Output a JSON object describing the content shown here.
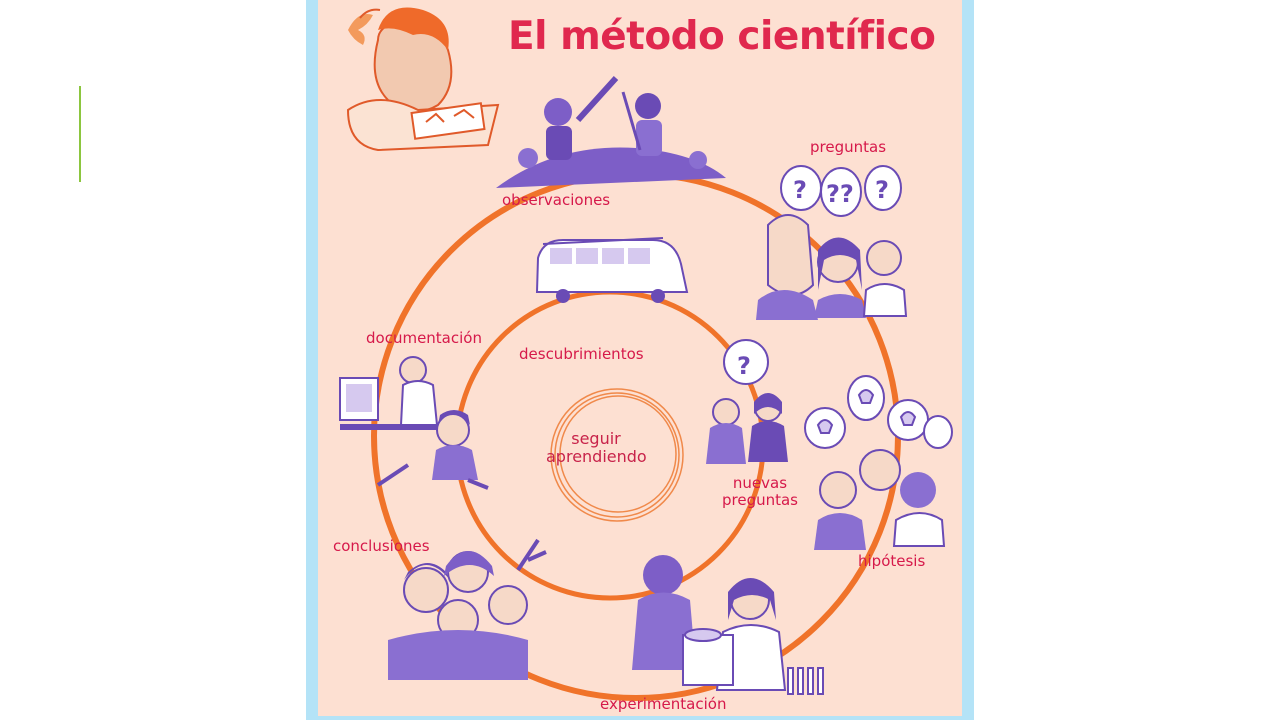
{
  "diagram": {
    "title": "El método científico",
    "center_label": "seguir aprendiendo",
    "outer_cycle": [
      "observaciones",
      "preguntas",
      "hipótesis",
      "experimentación",
      "conclusiones",
      "documentación"
    ],
    "inner_cycle": [
      "descubrimientos",
      "nuevas preguntas"
    ]
  },
  "colors": {
    "title": "#e0284e",
    "labels": "#d6194a",
    "cycle_arrow": "#f0732a",
    "poster_background": "#fde0d2",
    "poster_frame": "#b4e3f7",
    "illustration_ink": "#6a4bb5",
    "accent_line": "#8cc63f"
  },
  "icons": [
    "boy-reading-icon",
    "bird-icon",
    "children-telescope-icon",
    "question-marks-icon",
    "thinking-children-icon",
    "lightbulb-ideas-icon",
    "lab-experiment-icon",
    "happy-children-icon",
    "computer-desk-icon",
    "van-icon"
  ]
}
